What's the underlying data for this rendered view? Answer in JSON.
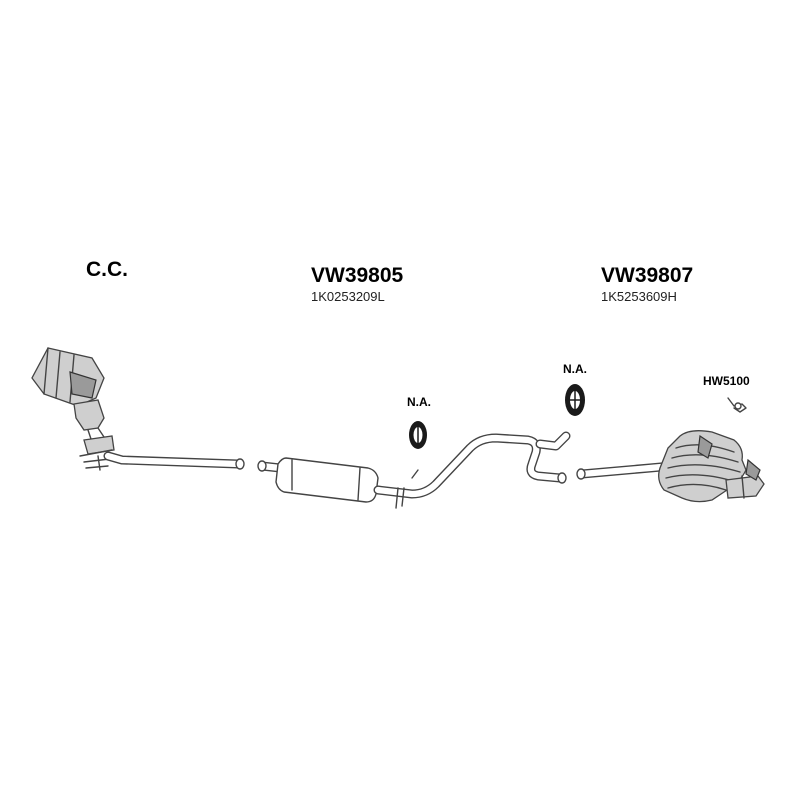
{
  "labels": {
    "cc": "C.C.",
    "front_part_number": "VW39805",
    "front_oem_code": "1K0253209L",
    "rear_part_number": "VW39807",
    "rear_oem_code": "1K5253609H",
    "hanger_1": "N.A.",
    "hanger_2": "N.A.",
    "clamp_code": "HW5100"
  },
  "colors": {
    "line": "#444444",
    "fill_light": "#cfcfcf",
    "fill_dark": "#9a9a9a",
    "rubber": "#1a1a1a"
  },
  "icons": [
    "catalytic-converter-icon",
    "rubber-hanger-icon",
    "clamp-icon",
    "rear-silencer-icon"
  ]
}
